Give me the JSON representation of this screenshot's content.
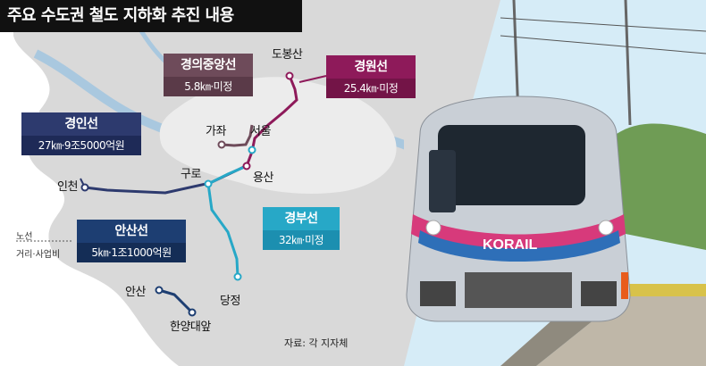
{
  "title": "주요 수도권 철도 지하화 추진 내용",
  "lines": [
    {
      "name": "경인선",
      "detail": "27㎞·9조5000억원",
      "color": "#2d3a6e"
    },
    {
      "name": "경의중앙선",
      "detail": "5.8㎞·미정",
      "color": "#6e4b5a"
    },
    {
      "name": "경원선",
      "detail": "25.4㎞·미정",
      "color": "#8e1a5a"
    },
    {
      "name": "경부선",
      "detail": "32㎞·미정",
      "color": "#27a8c7"
    },
    {
      "name": "안산선",
      "detail": "5㎞·1조1000억원",
      "color": "#1d3e72"
    }
  ],
  "places": [
    "도봉산",
    "가좌",
    "서울",
    "구로",
    "용산",
    "인천",
    "안산",
    "한양대앞",
    "당정"
  ],
  "legend": {
    "row1": "노선",
    "row2": "거리·사업비"
  },
  "source": "자료: 각 지자체",
  "train_logo": "KORAIL",
  "colors": {
    "land": "#dcdcdc",
    "water": "#ffffff",
    "river": "#a9c8df",
    "title_bg": "#111111"
  }
}
